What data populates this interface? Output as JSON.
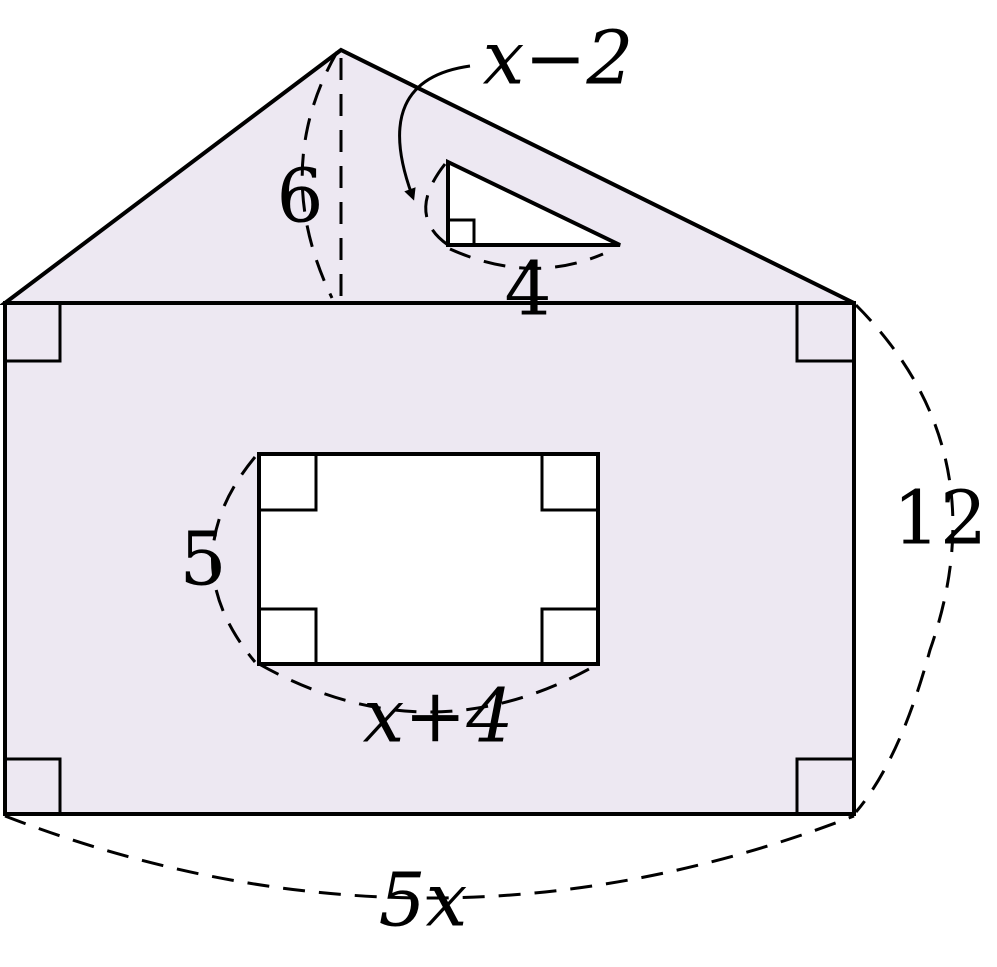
{
  "colors": {
    "fill": "#ede8f2",
    "hole": "#ffffff",
    "stroke": "#000000"
  },
  "labels": {
    "roof_height": "6",
    "triangle_hypotenuse": "x−2",
    "triangle_base": "4",
    "house_height": "12",
    "window_height": "5",
    "window_width": "x+4",
    "house_width": "5x"
  }
}
